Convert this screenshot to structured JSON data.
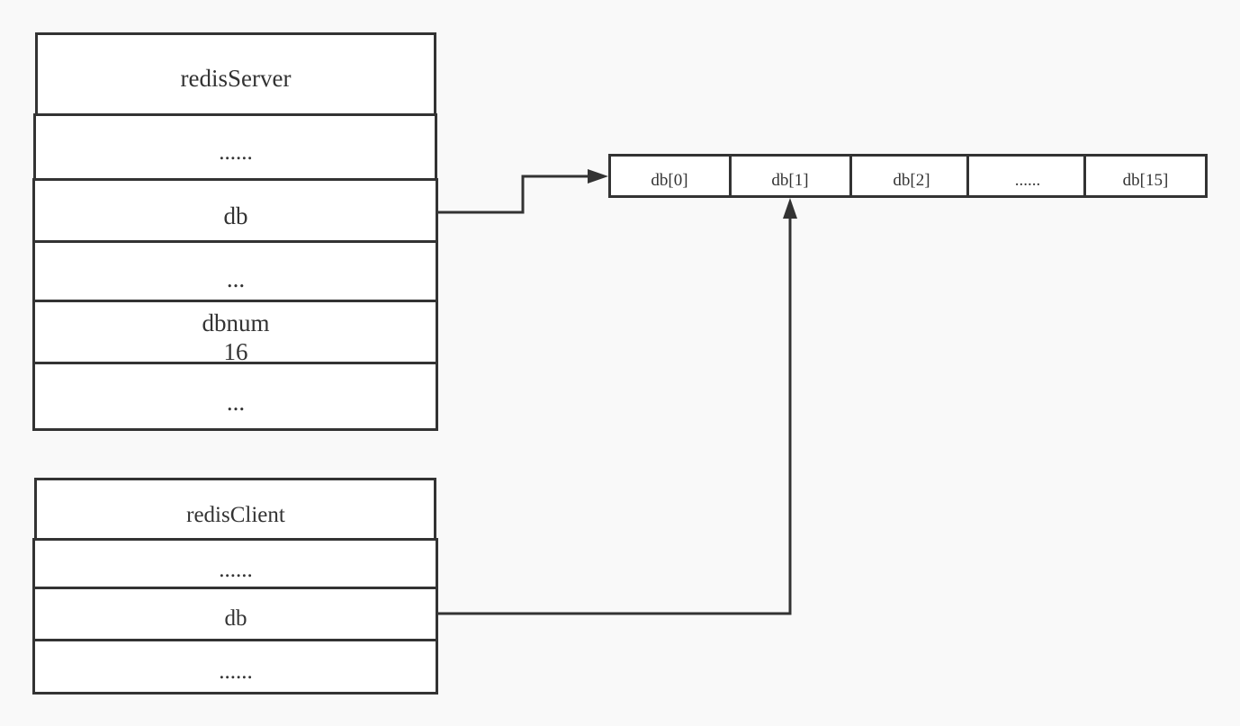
{
  "redis_server": {
    "title": "redisServer",
    "fields": {
      "ellipsis_top": "......",
      "db": "db",
      "ellipsis_mid": "...",
      "dbnum_label": "dbnum",
      "dbnum_value": "16",
      "ellipsis_bottom": "..."
    }
  },
  "redis_client": {
    "title": "redisClient",
    "fields": {
      "ellipsis_top": "......",
      "db": "db",
      "ellipsis_bottom": "......"
    }
  },
  "db_array": {
    "cells": [
      "db[0]",
      "db[1]",
      "db[2]",
      "......",
      "db[15]"
    ]
  },
  "colors": {
    "background": "#f9f9f9",
    "stroke": "#333333",
    "box_fill": "#ffffff"
  }
}
